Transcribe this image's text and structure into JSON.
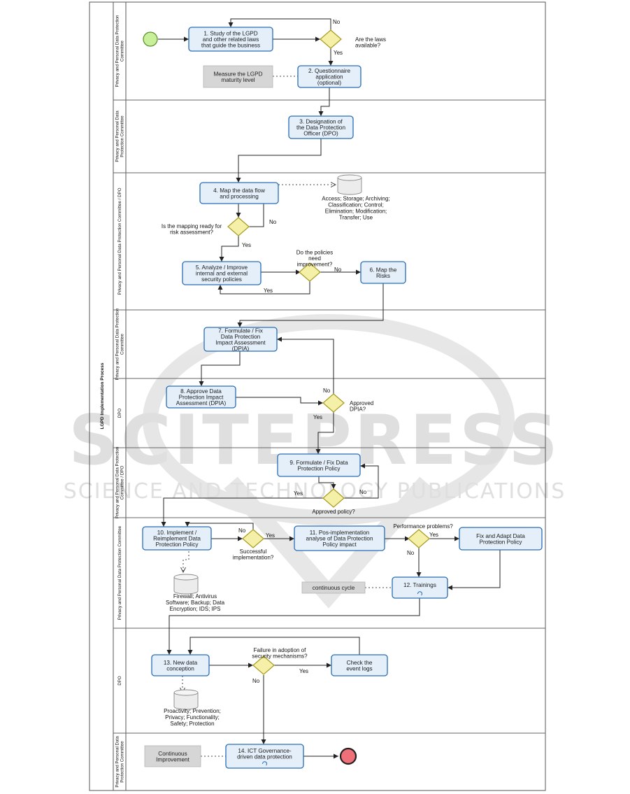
{
  "pool_title": "LGPD Implementation Process",
  "lanes": [
    [
      "Privacy and Personal Data Protection",
      "Committee"
    ],
    [
      "Privacy and Personal Data",
      "Protection Committee"
    ],
    [
      "Privacy and Personal Data Protection Committee / DPO"
    ],
    [
      "Privacy and Personal Data Protection",
      "Committee"
    ],
    [
      "DPO"
    ],
    [
      "Privacy and Personal Data Protection",
      "Committee / DPO"
    ],
    [
      "Privacy and Personal Data Protection Committee"
    ],
    [
      "DPO"
    ],
    [
      "Privacy and Personal Data",
      "Protection Committee"
    ]
  ],
  "tasks": {
    "t1": [
      "1. Study of the LGPD",
      "and other related laws",
      "that guide the business"
    ],
    "t2": [
      "2. Questionnaire",
      "application",
      "(optional)"
    ],
    "t3": [
      "3. Designation of",
      "the Data Protection",
      "Officer (DPO)"
    ],
    "t4": [
      "4. Map the data flow",
      "and processing"
    ],
    "t5": [
      "5. Analyze / Improve",
      "internal and external",
      "security policies"
    ],
    "t6": [
      "6. Map the",
      "Risks"
    ],
    "t7": [
      "7. Formulate / Fix",
      "Data Protection",
      "Impact Assessment",
      "(DPIA)"
    ],
    "t8": [
      "8. Approve Data",
      "Protection Impact",
      "Assessment (DPIA)"
    ],
    "t9": [
      "9. Formulate / Fix Data",
      "Protection Policy"
    ],
    "t10": [
      "10. Implement /",
      "Reimplement Data",
      "Protection Policy"
    ],
    "t11": [
      "11. Pos-implementation",
      "analyse of Data Protection",
      "Policy impact"
    ],
    "tfix": [
      "Fix and Adapt Data",
      "Protection Policy"
    ],
    "t12": [
      "12. Trainings"
    ],
    "t13": [
      "13. New data",
      "conception"
    ],
    "tcheck": [
      "Check the",
      "event logs"
    ],
    "t14": [
      "14. ICT Governance-",
      "driven data protection"
    ]
  },
  "gateways": {
    "g1": [
      "Are the laws",
      "available?"
    ],
    "g2": [
      "Is the mapping ready for",
      "risk assessment?"
    ],
    "g3": [
      "Do the policies",
      "need",
      "improvement?"
    ],
    "g4": [
      "Approved",
      "DPIA?"
    ],
    "g5": [
      "Approved policy?"
    ],
    "g6": [
      "Successful",
      "implementation?"
    ],
    "g7": [
      "Performance problems?"
    ],
    "g8": [
      "Failure in adoption of",
      "security mechanisms?"
    ]
  },
  "flow_labels": {
    "yes": "Yes",
    "no": "No"
  },
  "annotations": {
    "a1": [
      "Measure the LGPD",
      "maturity level"
    ],
    "a2": [
      "continuous cycle"
    ],
    "a3": [
      "Continuous",
      "Improvement"
    ]
  },
  "data_stores": {
    "d1": [
      "Access; Storage; Archiving;",
      "Classification; Control;",
      "Elimination; Modification;",
      "Transfer; Use"
    ],
    "d2": [
      "Firewall; Antivirus",
      "Software; Backup; Data",
      "Encryption; IDS; IPS"
    ],
    "d3": [
      "Proactivity; Prevention;",
      "Privacy; Functionality;",
      "Safety; Protection"
    ]
  },
  "watermark": {
    "line1": "SCITEPRESS",
    "line2": "SCIENCE AND TECHNOLOGY PUBLICATIONS"
  },
  "colors": {
    "task_fill": "#e4eff9",
    "task_stroke": "#2a6db5",
    "gateway_fill": "#f4f0a8",
    "gateway_stroke": "#a79a1e",
    "start_fill": "#c8f09a",
    "end_fill": "#f0707a",
    "annotation_fill": "#d6d6d6",
    "lane_border": "#666666",
    "watermark": "#dadada"
  }
}
